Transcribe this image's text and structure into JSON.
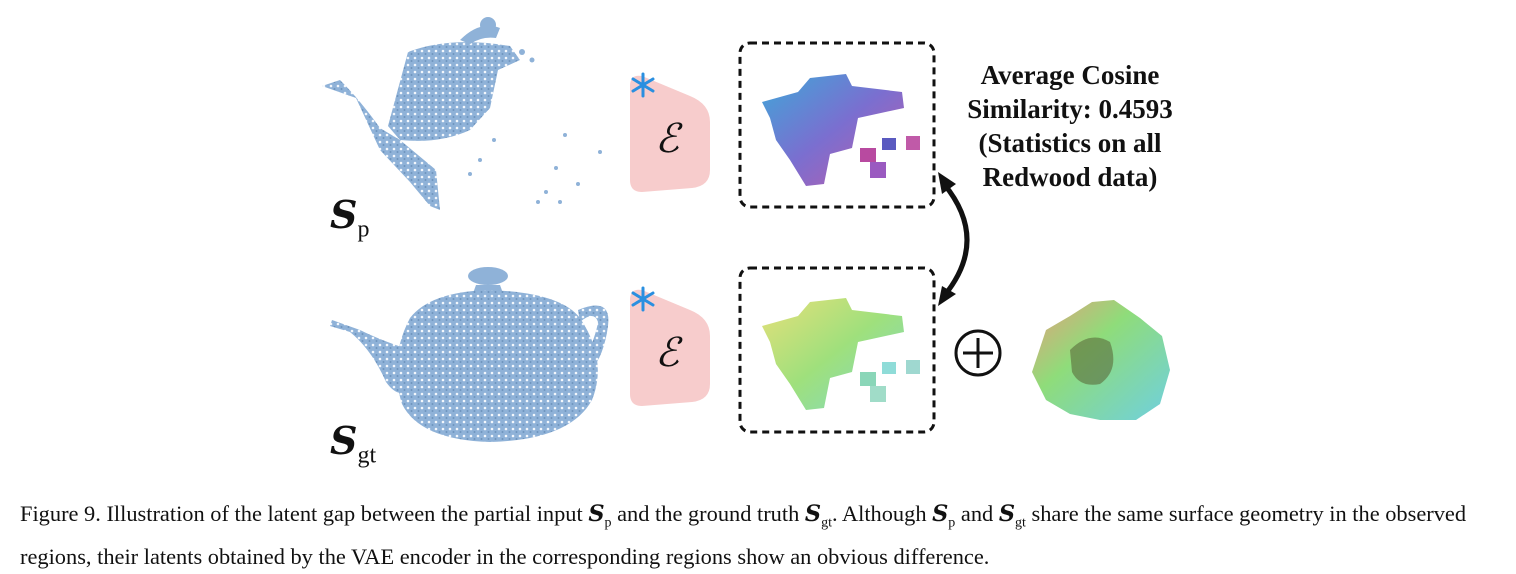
{
  "labels": {
    "partial_symbol": "S",
    "partial_sub": "p",
    "gt_symbol": "S",
    "gt_sub": "gt",
    "encoder_glyph": "ℰ"
  },
  "stats_box": {
    "line1": "Average Cosine",
    "line2": "Similarity: 0.4593",
    "line3": "(Statistics on all",
    "line4": "Redwood data)"
  },
  "plus_symbol": "+",
  "caption": {
    "p1": "Figure 9. Illustration of the latent gap between the partial input ",
    "s1": "S",
    "sub1": "p",
    "p2": " and the ground truth ",
    "s2": "S",
    "sub2": "gt",
    "p3": ". Although ",
    "s3": "S",
    "sub3": "p",
    "p4": " and ",
    "s4": "S",
    "sub4": "gt",
    "p5": " share the same surface geometry in the observed regions, their latents obtained by the VAE encoder in the corresponding regions show an obvious difference."
  },
  "colors": {
    "pointcloud": "#8fb2d8",
    "encoder_fill": "#f7cccc",
    "snowflake": "#2a8fe0",
    "frame": "#111111"
  },
  "icons": [
    "snowflake-icon",
    "encoder-icon",
    "double-arrow-icon",
    "circled-plus-icon"
  ]
}
